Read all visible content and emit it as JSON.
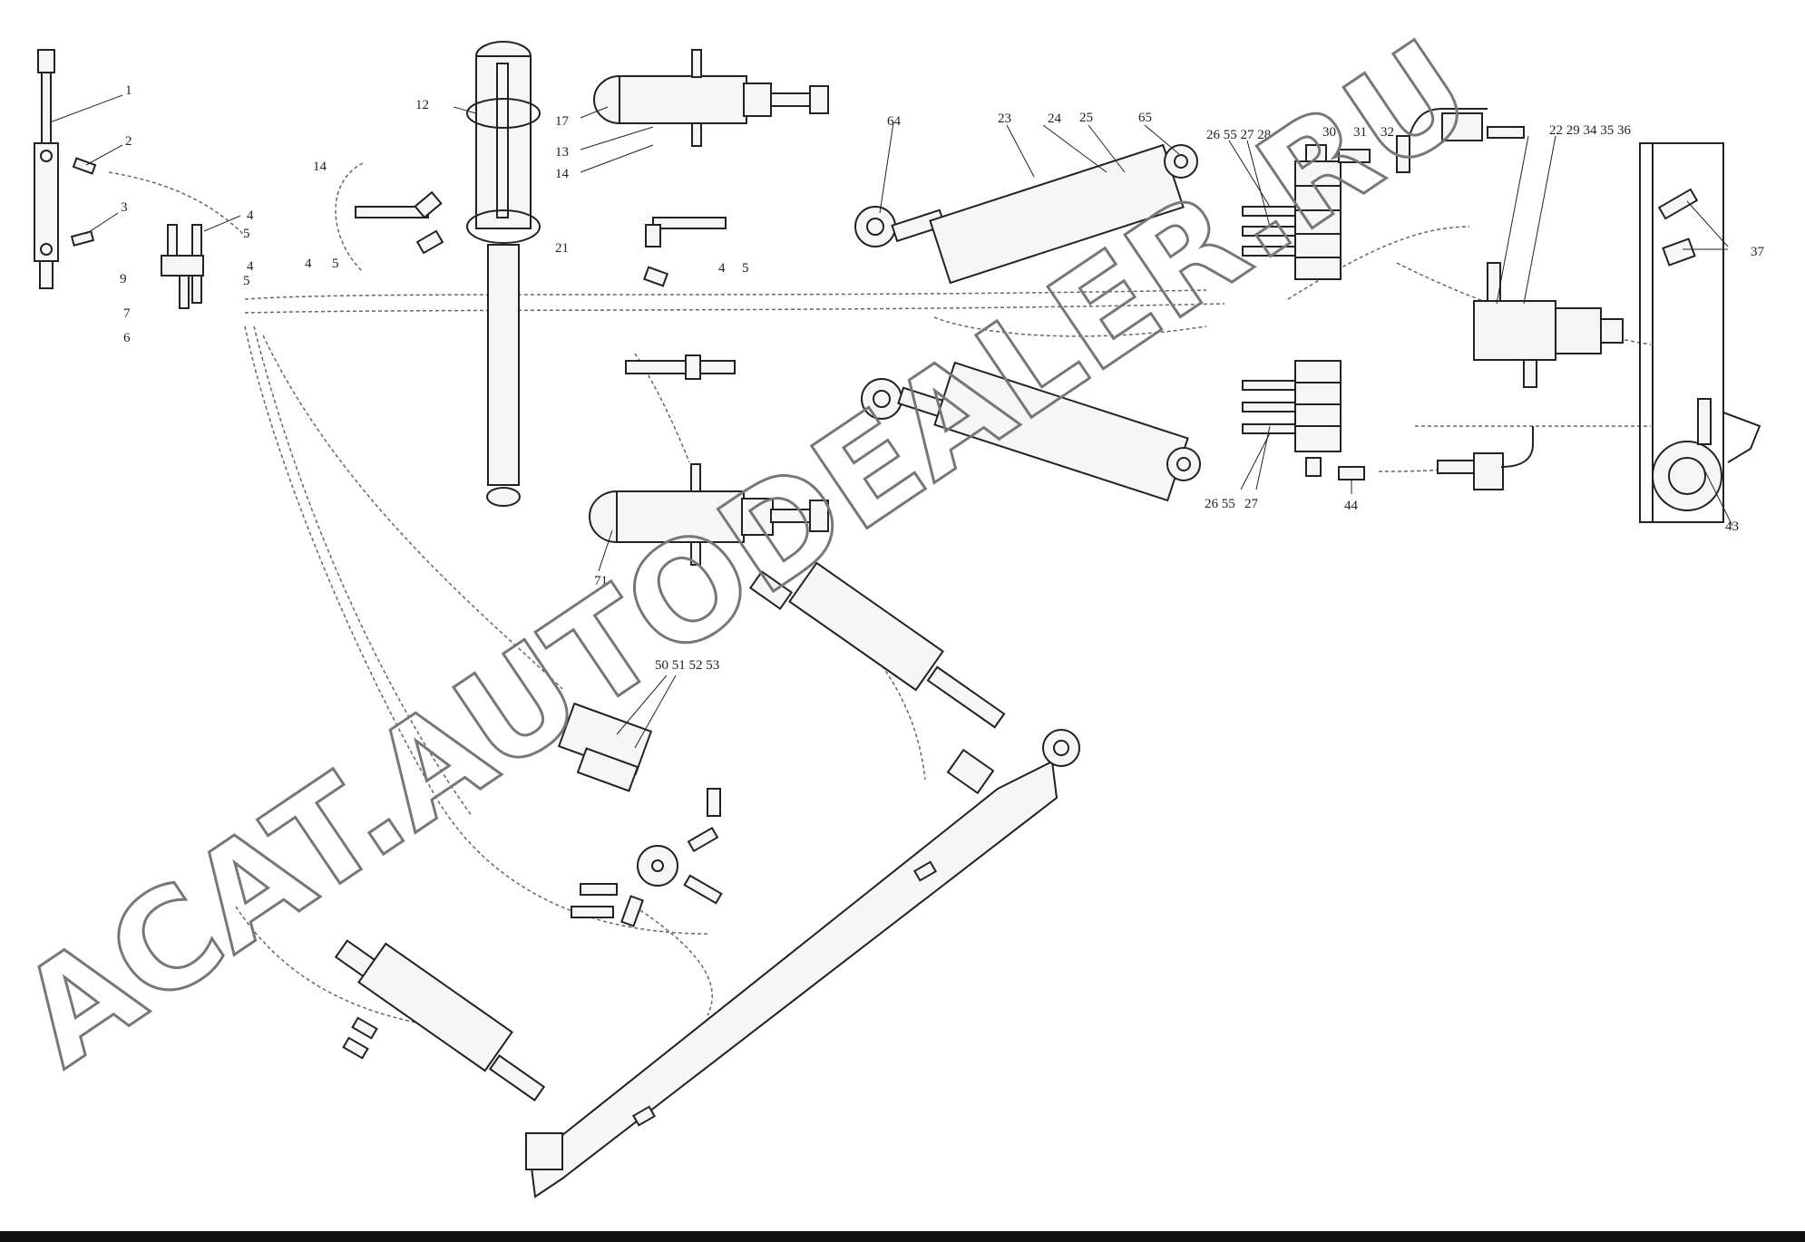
{
  "watermark": "ACAT.AUTODEALER.RU",
  "callouts": [
    {
      "id": "c1",
      "text": "1"
    },
    {
      "id": "c2",
      "text": "2"
    },
    {
      "id": "c3",
      "text": "3"
    },
    {
      "id": "c4a",
      "text": "4"
    },
    {
      "id": "c5a",
      "text": "5"
    },
    {
      "id": "c4b",
      "text": "4"
    },
    {
      "id": "c5b",
      "text": "5"
    },
    {
      "id": "c9",
      "text": "9"
    },
    {
      "id": "c7",
      "text": "7"
    },
    {
      "id": "c6",
      "text": "6"
    },
    {
      "id": "c12",
      "text": "12"
    },
    {
      "id": "c14a",
      "text": "14"
    },
    {
      "id": "c4c",
      "text": "4"
    },
    {
      "id": "c5c",
      "text": "5"
    },
    {
      "id": "c17",
      "text": "17"
    },
    {
      "id": "c13",
      "text": "13"
    },
    {
      "id": "c14b",
      "text": "14"
    },
    {
      "id": "c21",
      "text": "21"
    },
    {
      "id": "c4d",
      "text": "4"
    },
    {
      "id": "c5d",
      "text": "5"
    },
    {
      "id": "c64",
      "text": "64"
    },
    {
      "id": "c23",
      "text": "23"
    },
    {
      "id": "c24",
      "text": "24"
    },
    {
      "id": "c25",
      "text": "25"
    },
    {
      "id": "c65",
      "text": "65"
    },
    {
      "id": "c26a",
      "text": "26 55 27 28"
    },
    {
      "id": "c30",
      "text": "30"
    },
    {
      "id": "c31",
      "text": "31"
    },
    {
      "id": "c32",
      "text": "32"
    },
    {
      "id": "c22",
      "text": "22 29 34 35 36"
    },
    {
      "id": "c37",
      "text": "37"
    },
    {
      "id": "c26b",
      "text": "26 55"
    },
    {
      "id": "c27",
      "text": "27"
    },
    {
      "id": "c44",
      "text": "44"
    },
    {
      "id": "c43",
      "text": "43"
    },
    {
      "id": "c71",
      "text": "71"
    },
    {
      "id": "c50",
      "text": "50 51 52 53"
    }
  ]
}
